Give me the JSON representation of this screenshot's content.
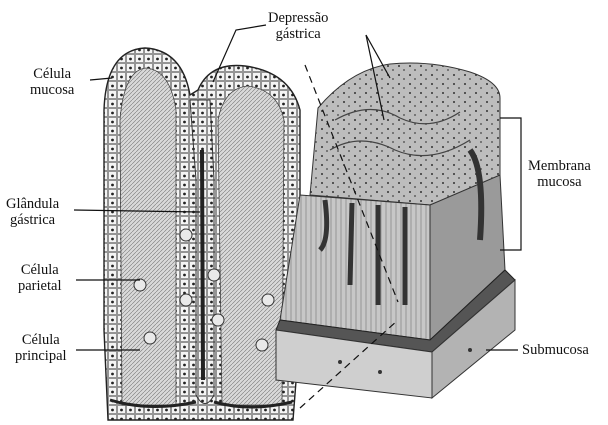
{
  "labels": {
    "depressao": [
      "Depressão",
      "gástrica"
    ],
    "celula_mucosa": [
      "Célula",
      "mucosa"
    ],
    "glandula": [
      "Glândula",
      "gástrica"
    ],
    "celula_parietal": [
      "Célula",
      "parietal"
    ],
    "celula_principal": [
      "Célula",
      "principal"
    ],
    "membrana": [
      "Membrana",
      "mucosa"
    ],
    "submucosa": [
      "Submucosa"
    ]
  }
}
